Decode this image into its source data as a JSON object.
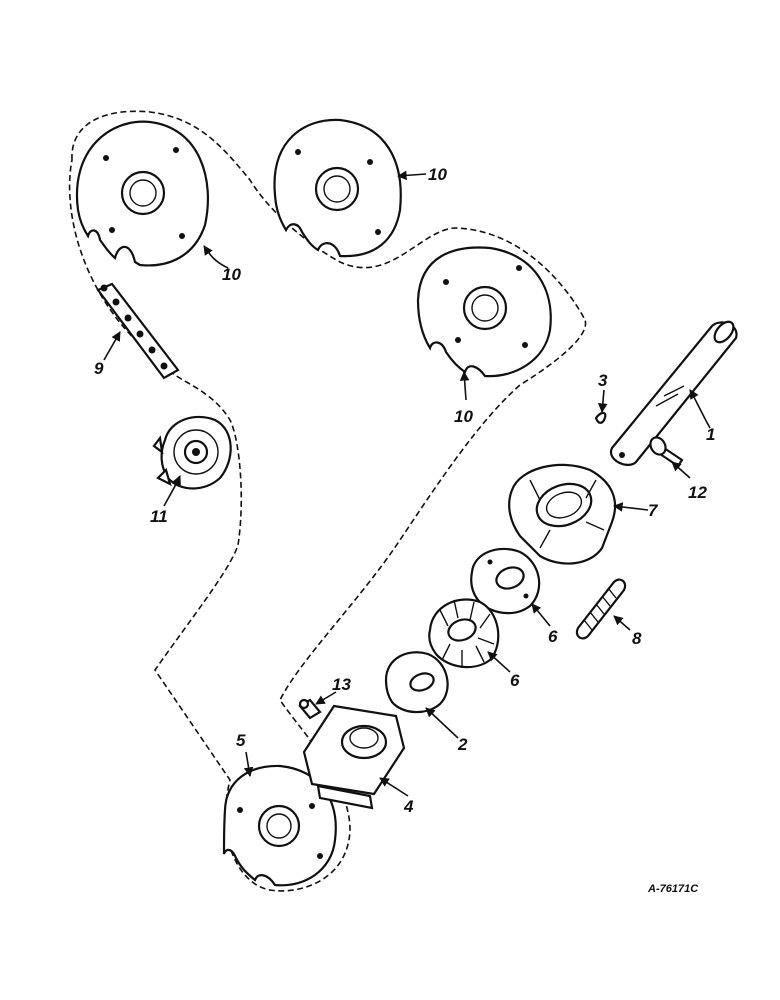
{
  "figure_ref": "A-76171C",
  "callouts": {
    "c1": "1",
    "c2": "2",
    "c3": "3",
    "c4": "4",
    "c5": "5",
    "c6a": "6",
    "c6b": "6",
    "c7": "7",
    "c8": "8",
    "c9": "9",
    "c10a": "10",
    "c10b": "10",
    "c10c": "10",
    "c11": "11",
    "c12": "12",
    "c13": "13"
  }
}
